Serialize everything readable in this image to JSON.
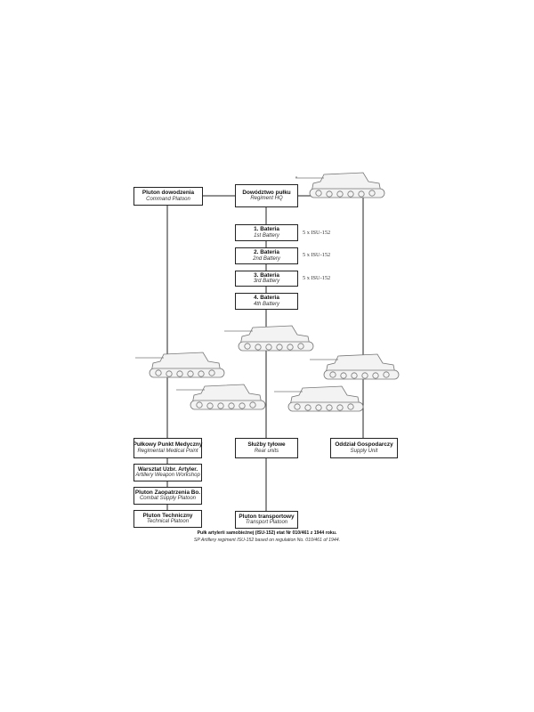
{
  "hq": {
    "pl": "Dowództwo pułku",
    "en": "Regiment HQ"
  },
  "command": {
    "pl": "Pluton dowodzenia",
    "en": "Command Platoon"
  },
  "batteries": [
    {
      "pl": "1. Bateria",
      "en": "1st Battery",
      "note": "5 x ISU-152"
    },
    {
      "pl": "2. Bateria",
      "en": "2nd Battery",
      "note": "5 x ISU-152"
    },
    {
      "pl": "3. Bateria",
      "en": "3rd Battery",
      "note": "5 x ISU-152"
    },
    {
      "pl": "4. Bateria",
      "en": "4th Battery",
      "note": ""
    }
  ],
  "left_units": [
    {
      "pl": "Pułkowy Punkt Medyczny",
      "en": "Regimental Medical Point"
    },
    {
      "pl": "Warsztat Uzbr. Artyler.",
      "en": "Artillery Weapon Workshop"
    },
    {
      "pl": "Pluton Zaopatrzenia Bo.",
      "en": "Combat Supply Platoon"
    },
    {
      "pl": "Pluton Techniczny",
      "en": "Technical Platoon"
    }
  ],
  "rear": {
    "pl": "Służby tyłowe",
    "en": "Rear units"
  },
  "transport": {
    "pl": "Pluton transportowy",
    "en": "Transport Platoon"
  },
  "supply": {
    "pl": "Oddział Gospodarczy",
    "en": "Supply Unit"
  },
  "caption": {
    "pl": "Pułk artylerii samobieżnej (ISU-152) etat Nr 010/461 z 1944 roku.",
    "en": "SP Artillery regiment ISU-152 based on regulation No. 010/461 of 1944."
  }
}
